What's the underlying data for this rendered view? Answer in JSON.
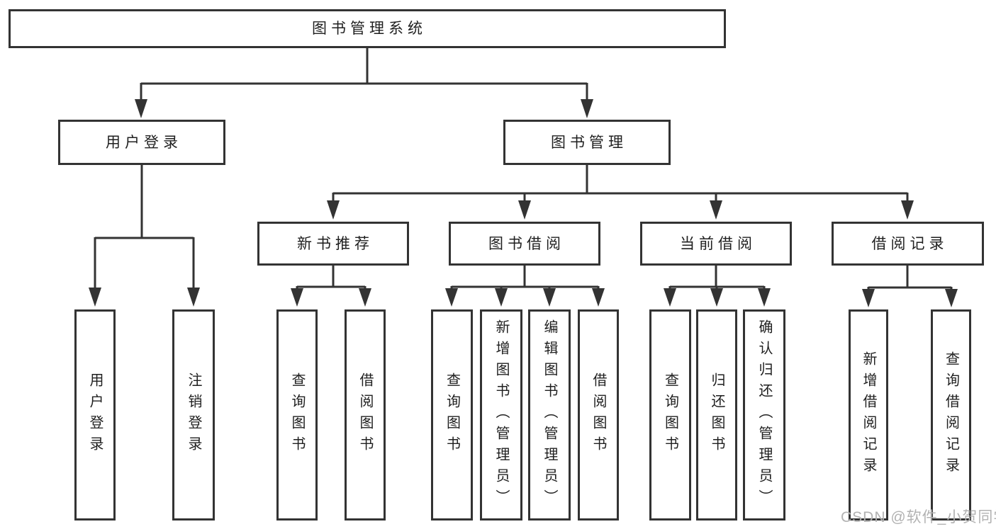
{
  "root": {
    "label": "图书管理系统"
  },
  "level2": {
    "user_login": {
      "label": "用户登录"
    },
    "book_mgmt": {
      "label": "图书管理"
    }
  },
  "level3": {
    "new_books": {
      "label": "新书推荐"
    },
    "borrow": {
      "label": "图书借阅"
    },
    "current": {
      "label": "当前借阅"
    },
    "records": {
      "label": "借阅记录"
    }
  },
  "leaves": {
    "user_login": [
      "用户登录",
      "注销登录"
    ],
    "new_books": [
      "查询图书",
      "借阅图书"
    ],
    "borrow": [
      "查询图书",
      "新增图书（管理员）",
      "编辑图书（管理员）",
      "借阅图书"
    ],
    "current": [
      "查询图书",
      "归还图书",
      "确认归还（管理员）"
    ],
    "records": [
      "新增借阅记录",
      "查询借阅记录"
    ]
  },
  "watermark": {
    "text": "CSDN @软件_小贺同学",
    "color": "#b2b2b2"
  },
  "colors": {
    "line": "#333333",
    "border": "#333333",
    "text": "#1f1f1f",
    "node_fill": "#ffffff",
    "background": "#ffffff"
  }
}
